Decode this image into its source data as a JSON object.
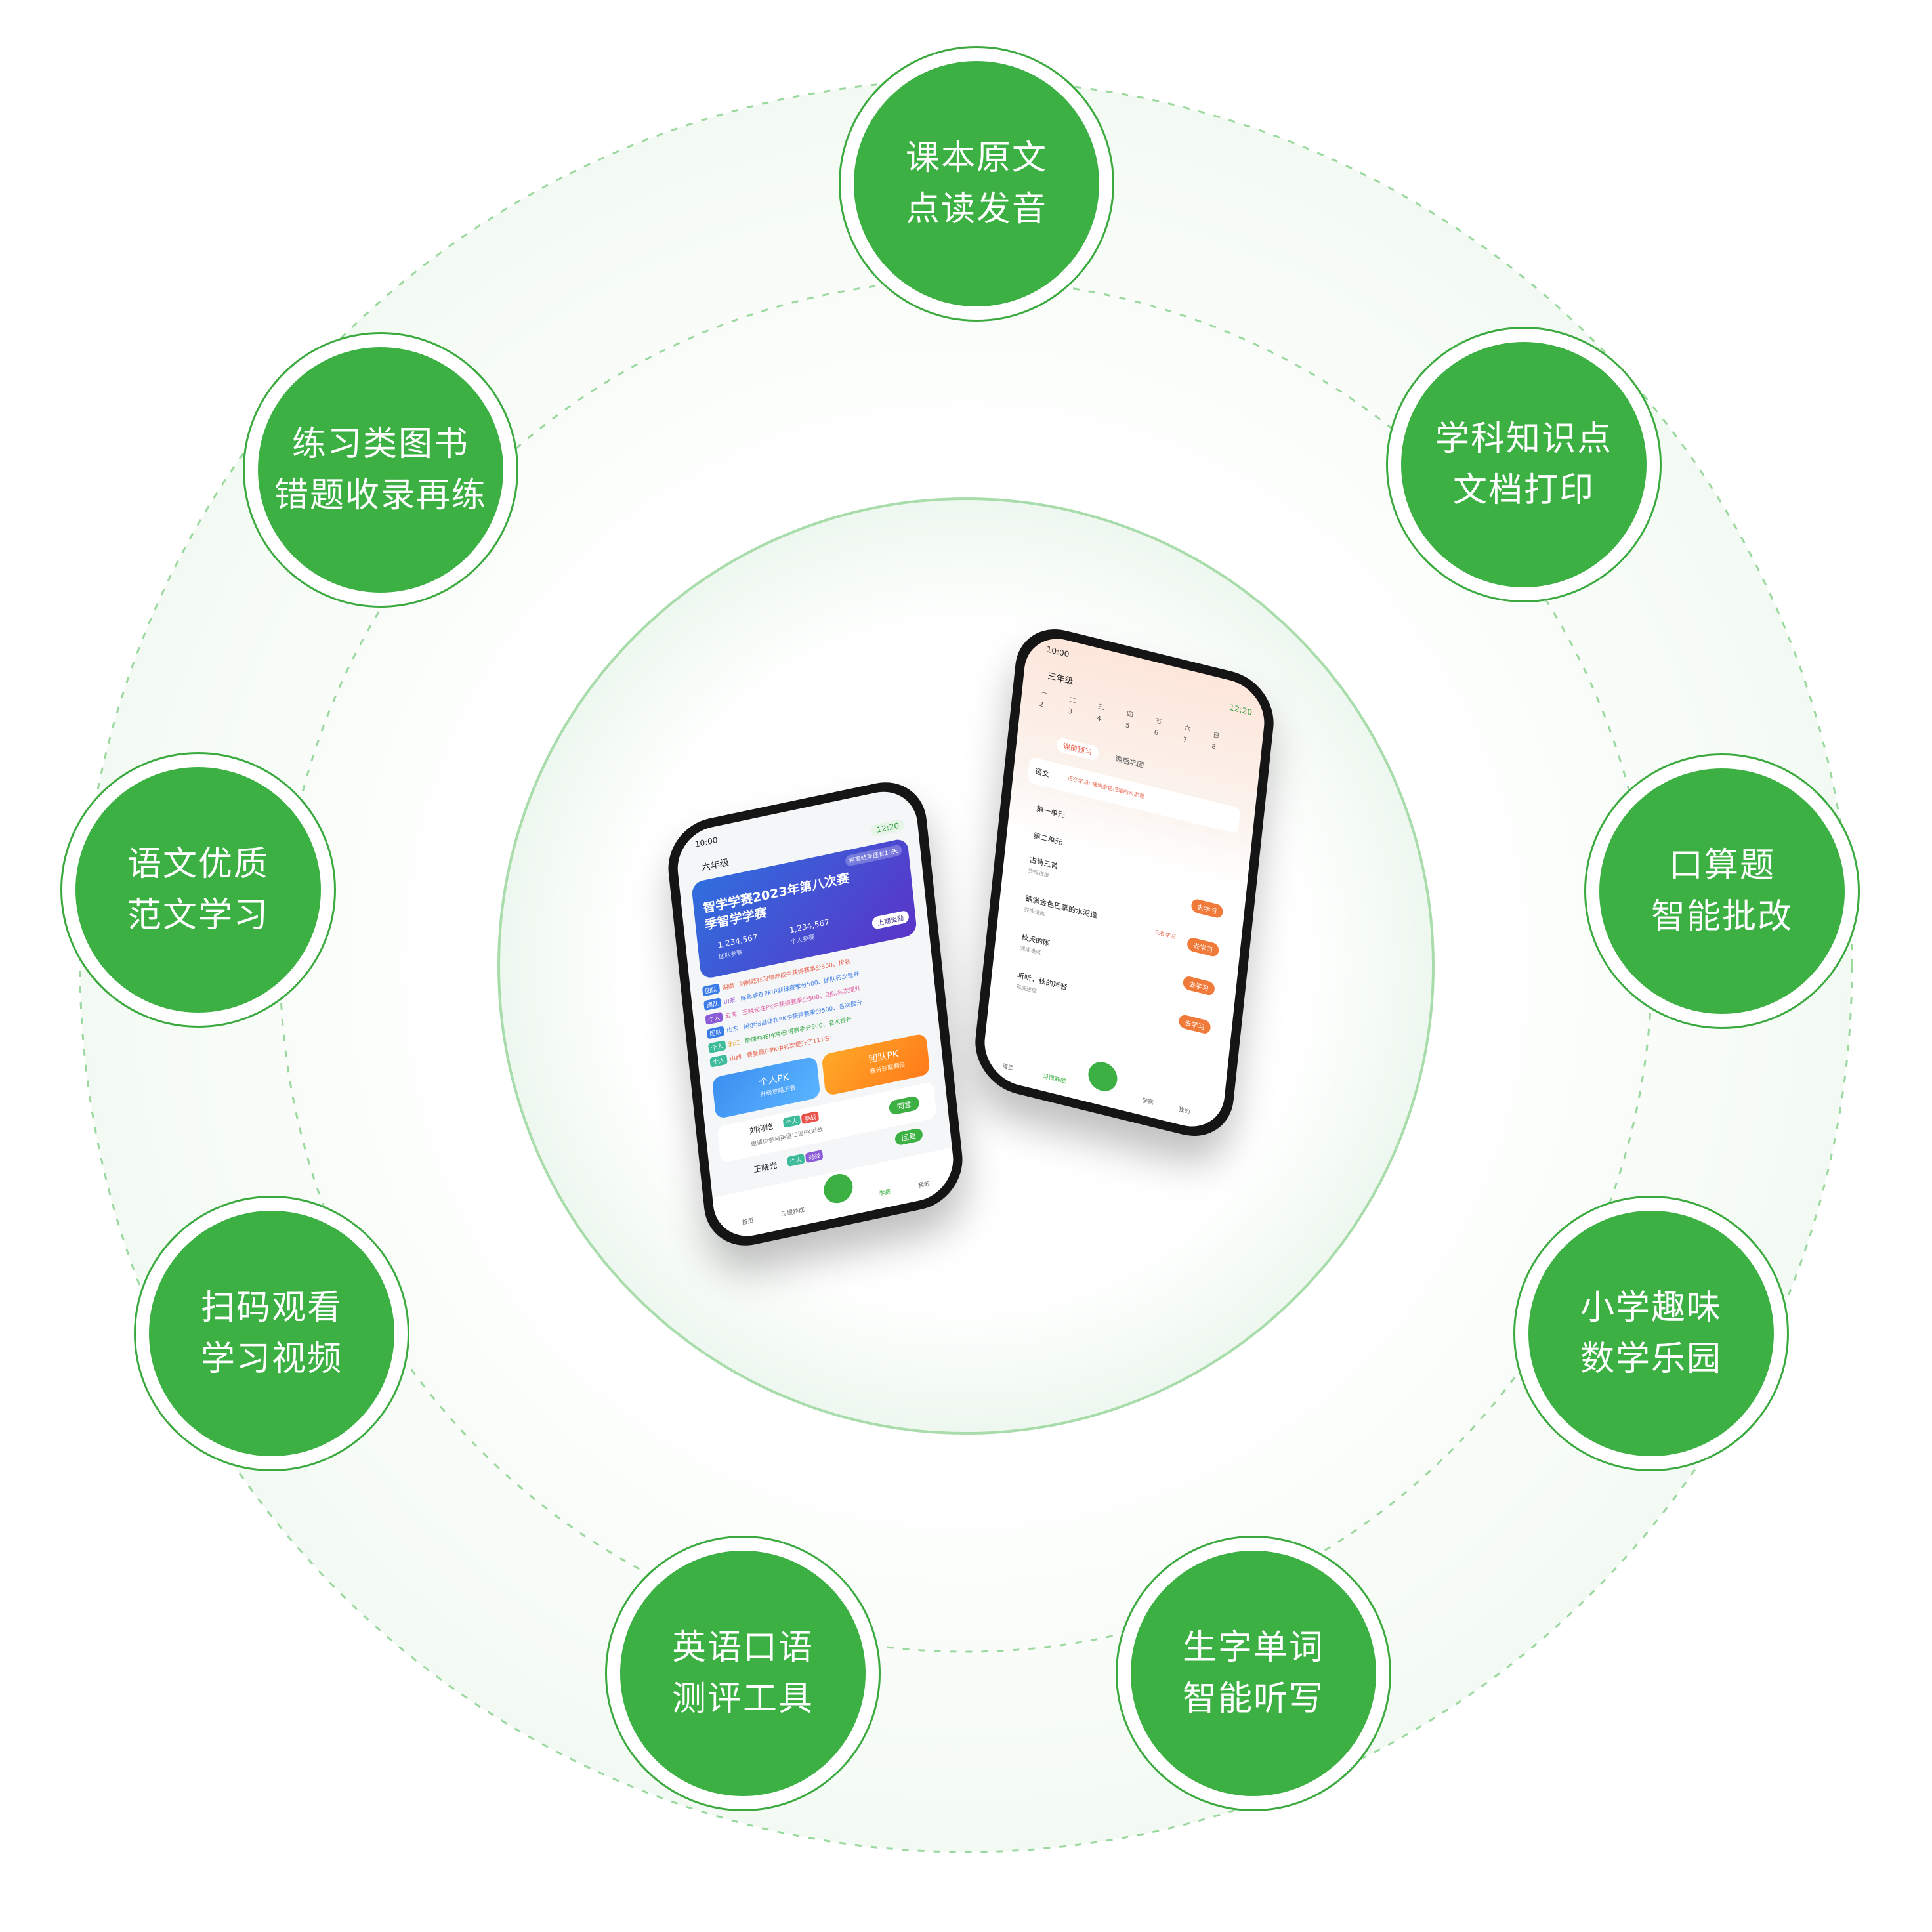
{
  "colors": {
    "node_fill": "#3cb043",
    "node_ring": "#3aaa3e",
    "dash_ring": "#8fd08f",
    "center_ring": "#9ad89e"
  },
  "features": [
    {
      "line1": "课本原文",
      "line2": "点读发音"
    },
    {
      "line1": "学科知识点",
      "line2": "文档打印"
    },
    {
      "line1": "口算题",
      "line2": "智能批改"
    },
    {
      "line1": "小学趣味",
      "line2": "数学乐园"
    },
    {
      "line1": "生字单词",
      "line2": "智能听写"
    },
    {
      "line1": "英语口语",
      "line2": "测评工具"
    },
    {
      "line1": "扫码观看",
      "line2": "学习视频"
    },
    {
      "line1": "语文优质",
      "line2": "范文学习"
    },
    {
      "line1": "练习类图书",
      "line2": "错题收录再练"
    }
  ],
  "phone_left": {
    "time": "10:00",
    "grade": "六年级",
    "clock": "12:20",
    "banner_tag": "距离结束还有10天",
    "banner_title": "智学学赛2023年第八次赛季智学学赛",
    "team_count": "1,234,567",
    "team_label": "团队参赛",
    "personal_count": "1,234,567",
    "personal_label": "个人参赛",
    "reward_btn": "上期奖励",
    "feed": [
      {
        "tag": "团队",
        "region": "湖南",
        "text": "刘柯屹在习惯养成中获得赛季分500、排名"
      },
      {
        "tag": "团队",
        "region": "山东",
        "text": "陈思睿在PK中获得赛季分500、团队名次提升"
      },
      {
        "tag": "个人",
        "region": "云南",
        "text": "王晓光在PK中获得赛季分500、团队名次提升"
      },
      {
        "tag": "团队",
        "region": "山东",
        "text": "阿尔法晶体在PK中获得赛季分500、名次提升"
      },
      {
        "tag": "个人",
        "region": "浙江",
        "text": "陈晓林在PK中获得赛季分500、名次提升"
      },
      {
        "tag": "个人",
        "region": "山西",
        "text": "曹曼佩在PK中名次提升了111名!"
      }
    ],
    "pk_personal": "个人PK",
    "pk_personal_sub": "升级攻略王者",
    "pk_team": "团队PK",
    "pk_team_sub": "赛分获取翻倍",
    "invite_name": "刘柯屹",
    "invite_tag1": "个人",
    "invite_tag2": "参战",
    "invite_text": "邀请你参与英语口语PK对战",
    "invite_btn": "同意",
    "invite2_name": "王晓光",
    "invite2_tag1": "个人",
    "invite2_tag2": "对战",
    "invite2_btn": "回复",
    "nav": [
      "首页",
      "习惯养成",
      "",
      "学赛",
      "我的"
    ]
  },
  "phone_right": {
    "time": "10:00",
    "grade": "三年级",
    "clock": "12:20",
    "weekdays": [
      "一",
      "二",
      "三",
      "四",
      "五",
      "六",
      "日"
    ],
    "days": [
      "2",
      "3",
      "4",
      "5",
      "6",
      "7",
      "8"
    ],
    "tab_preview": "课前预习",
    "tab_review": "课后巩固",
    "subject": "语文",
    "study_tip": "正在学习: 铺满金色巴掌的水泥道",
    "unit1": "第一单元",
    "unit2": "第二单元",
    "lessons": [
      {
        "title": "古诗三首",
        "progress": "完成进度",
        "btn": "去学习"
      },
      {
        "title": "铺满金色巴掌的水泥道",
        "progress": "完成进度",
        "note": "正在学习",
        "btn": "去学习"
      },
      {
        "title": "秋天的雨",
        "progress": "完成进度",
        "btn": "去学习"
      },
      {
        "title": "听听，秋的声音",
        "progress": "完成进度",
        "btn": "去学习"
      }
    ],
    "nav": [
      "首页",
      "习惯养成",
      "",
      "学赛",
      "我的"
    ]
  }
}
